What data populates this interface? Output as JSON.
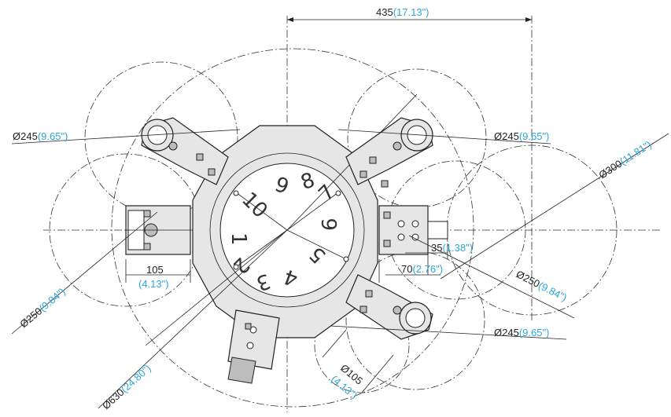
{
  "colors": {
    "line": "#222222",
    "inch": "#2aa7d8",
    "body_fill": "#e6e6e6",
    "dark_fill": "#bdbdbd"
  },
  "dimensions": {
    "top_span": {
      "mm": "435",
      "inch": "(17.13\")"
    },
    "gripper_tl": {
      "mm": "Ø245",
      "inch": "(9.65\")"
    },
    "gripper_tr": {
      "mm": "Ø245",
      "inch": "(9.65\")"
    },
    "gripper_br": {
      "mm": "Ø245",
      "inch": "(9.65\")"
    },
    "right_circle": {
      "mm": "Ø300",
      "inch": "(11.81\")"
    },
    "right_250": {
      "mm": "Ø250",
      "inch": "(9.84\")"
    },
    "left_250": {
      "mm": "Ø250",
      "inch": "(9.84\")"
    },
    "overall": {
      "mm": "Ø630",
      "inch": "(24.80\")"
    },
    "bottom_105": {
      "mm": "Ø105",
      "inch": "(4.13\")"
    },
    "left_105": {
      "mm": "105",
      "inch": "(4.13\")"
    },
    "right_35": {
      "mm": "35",
      "inch": "(1.38\")"
    },
    "right_70": {
      "mm": "70",
      "inch": "(2.76\")"
    }
  },
  "dial_numbers": [
    "1",
    "2",
    "3",
    "4",
    "5",
    "6",
    "7",
    "8",
    "9",
    "10"
  ]
}
